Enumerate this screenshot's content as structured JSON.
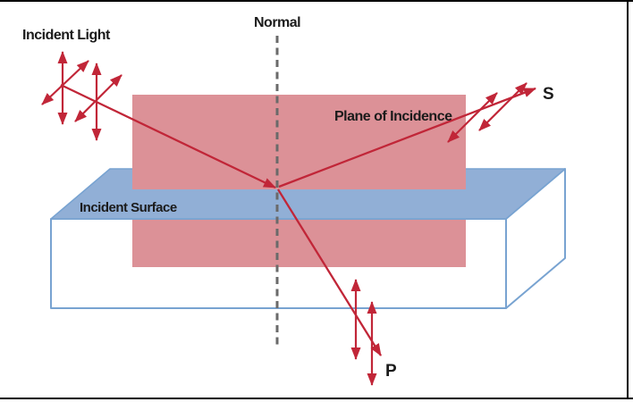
{
  "labels": {
    "incident_light": "Incident Light",
    "normal": "Normal",
    "plane_of_incidence": "Plane of Incidence",
    "incident_surface": "Incident Surface",
    "s_polarization": "S",
    "p_polarization": "P"
  },
  "colors": {
    "ray_red": "#c12638",
    "plane_pink": "#dc9197",
    "surface_blue": "#91afd6",
    "box_outline": "#78a3d1",
    "normal_gray": "#6a6a6a",
    "text_black": "#1b1b1b",
    "frame_black": "#000000",
    "background": "#ffffff"
  }
}
